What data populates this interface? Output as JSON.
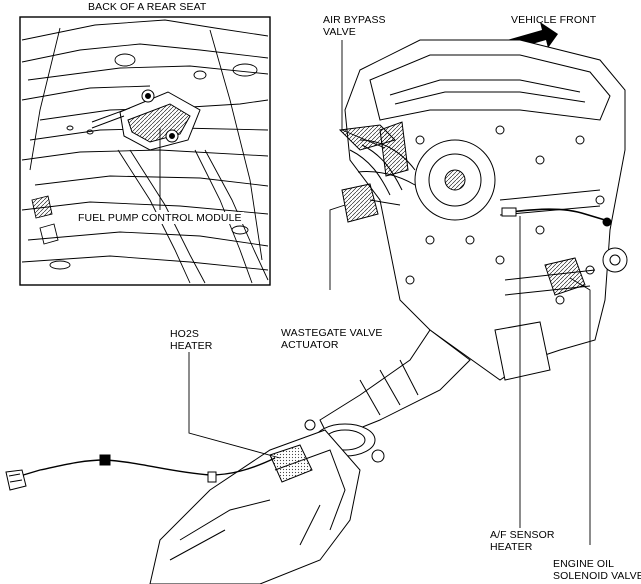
{
  "inset": {
    "caption": "BACK OF A REAR SEAT",
    "callout": "FUEL PUMP CONTROL MODULE"
  },
  "labels": {
    "air_bypass_valve": [
      "AIR BYPASS",
      "VALVE"
    ],
    "vehicle_front": "VEHICLE FRONT",
    "wastegate_valve_actuator": [
      "WASTEGATE VALVE",
      "ACTUATOR"
    ],
    "ho2s_heater": [
      "HO2S",
      "HEATER"
    ],
    "af_sensor_heater": [
      "A/F SENSOR",
      "HEATER"
    ],
    "engine_oil_solenoid_valve": [
      "ENGINE OIL",
      "SOLENOID VALVE"
    ]
  },
  "icons": {
    "direction_arrow": "arrow-icon",
    "inset_frame": "inset-frame"
  }
}
